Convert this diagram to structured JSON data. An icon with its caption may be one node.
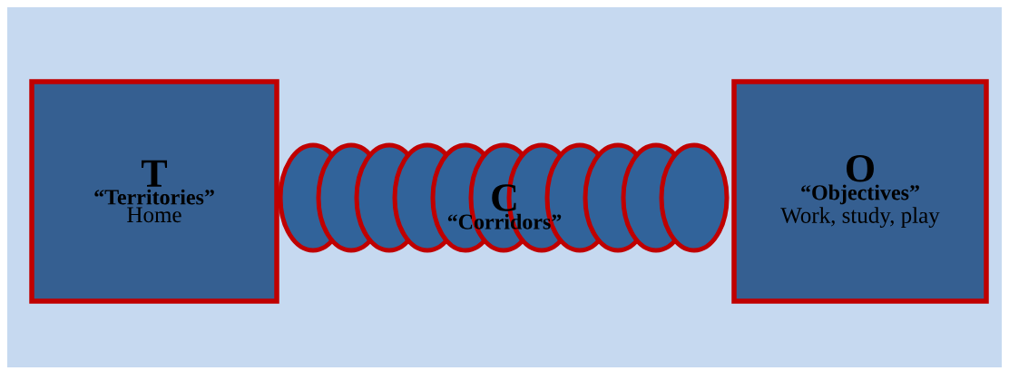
{
  "diagram": {
    "nodes": [
      {
        "text": [
          "T",
          "“Territories”",
          "Home"
        ]
      },
      {
        "text": [
          "C",
          "“Corridors”"
        ]
      },
      {
        "text": [
          "O",
          "“Objectives”",
          "Work, study, play"
        ]
      }
    ]
  }
}
